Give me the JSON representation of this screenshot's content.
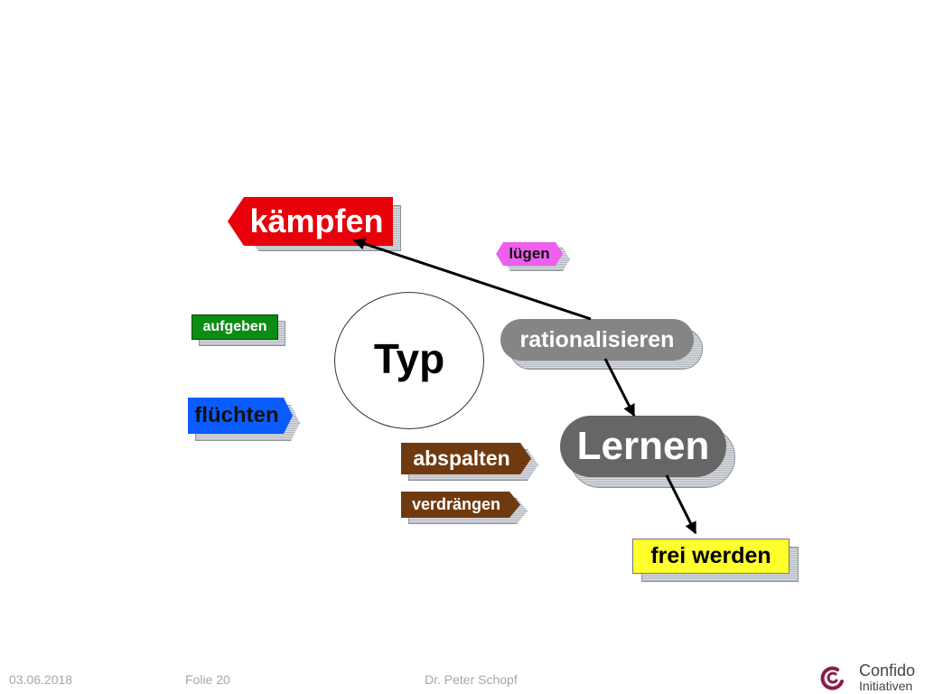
{
  "diagram": {
    "center": {
      "label": "Typ"
    },
    "nodes": {
      "kaempfen": {
        "label": "kämpfen",
        "color": "#e8000b"
      },
      "luegen": {
        "label": "lügen",
        "color": "#ee5fee"
      },
      "aufgeben": {
        "label": "aufgeben",
        "color": "#0b8c12"
      },
      "rationalisieren": {
        "label": "rationalisieren",
        "color": "#858585"
      },
      "fluechten": {
        "label": "flüchten",
        "color": "#0a5cff"
      },
      "lernen": {
        "label": "Lernen",
        "color": "#666666"
      },
      "abspalten": {
        "label": "abspalten",
        "color": "#703a10"
      },
      "verdraengen": {
        "label": "verdrängen",
        "color": "#703a10"
      },
      "frei_werden": {
        "label": "frei werden",
        "color": "#ffff2e"
      }
    },
    "arrows": [
      {
        "from": "rationalisieren",
        "to": "kämpfen"
      },
      {
        "from": "rationalisieren",
        "to": "Lernen"
      },
      {
        "from": "Lernen",
        "to": "frei werden"
      }
    ]
  },
  "footer": {
    "date": "03.06.2018",
    "slide": "Folie 20",
    "author": "Dr. Peter Schopf",
    "logo_line1": "Confido",
    "logo_line2": "Initiativen"
  }
}
